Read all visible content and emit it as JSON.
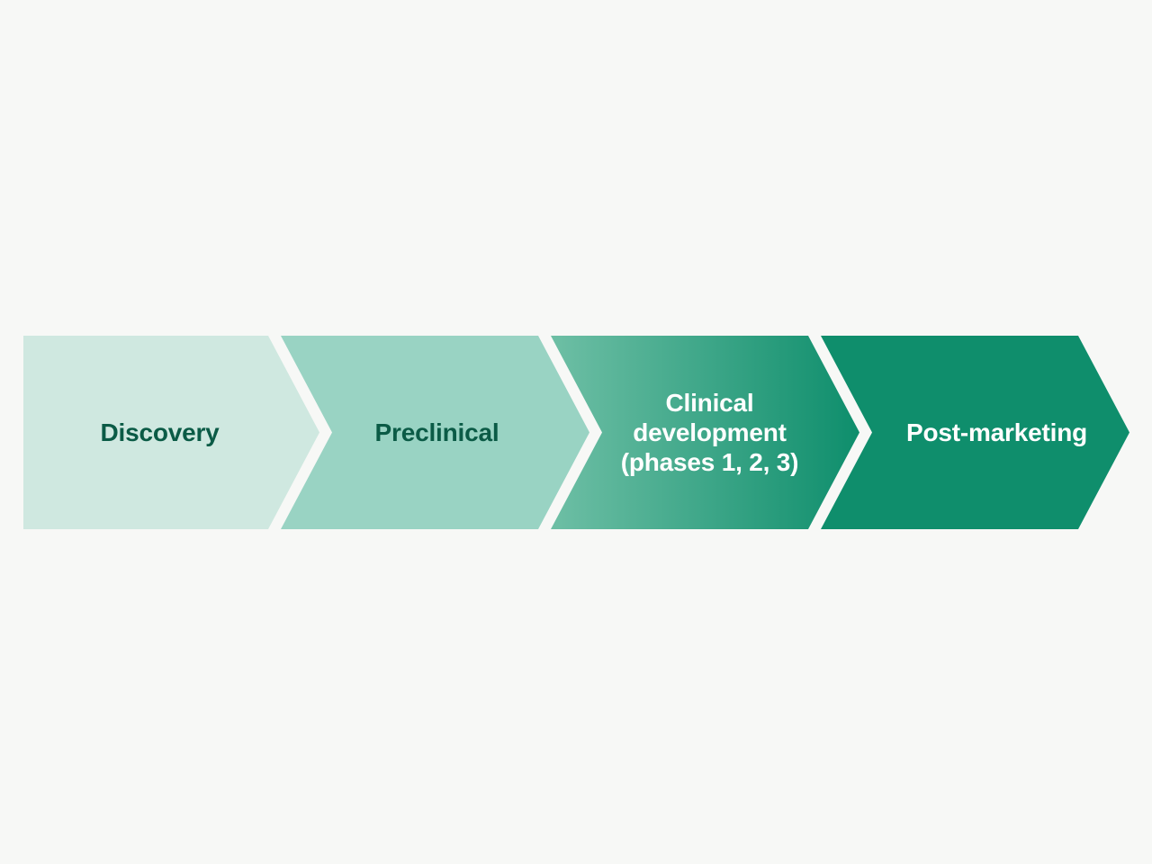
{
  "page": {
    "background_color": "#f7f8f6"
  },
  "diagram": {
    "type": "process-flow-chevrons",
    "stages": [
      {
        "label": "Discovery",
        "lines": [
          "Discovery"
        ],
        "fill": "#cfe8e0",
        "text_color": "#0b5b46"
      },
      {
        "label": "Preclinical",
        "lines": [
          "Preclinical"
        ],
        "fill": "#99d3c3",
        "text_color": "#0b5b46"
      },
      {
        "label": "Clinical development (phases 1, 2, 3)",
        "lines": [
          "Clinical",
          "development",
          "(phases 1, 2, 3)"
        ],
        "fill_gradient": [
          "#6ebfa5",
          "#0e8e6c"
        ],
        "text_color": "#ffffff"
      },
      {
        "label": "Post-marketing",
        "lines": [
          "Post-marketing"
        ],
        "fill": "#0f8e6c",
        "text_color": "#ffffff"
      }
    ]
  }
}
